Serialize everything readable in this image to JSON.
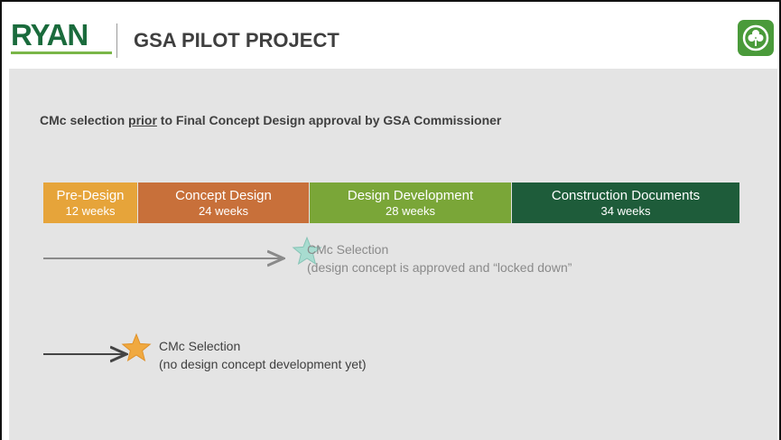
{
  "header": {
    "logo_text": "RYAN",
    "title": "GSA PILOT PROJECT",
    "badge_icon": "clover-icon"
  },
  "slide": {
    "subtitle_before": "CMc selection ",
    "subtitle_emphasis": "prior",
    "subtitle_after": " to Final Concept Design approval by GSA Commissioner",
    "phases": [
      {
        "name": "Pre-Design",
        "duration": "12 weeks",
        "color": "#e6a43a"
      },
      {
        "name": "Concept Design",
        "duration": "24 weeks",
        "color": "#c8703a"
      },
      {
        "name": "Design Development",
        "duration": "28 weeks",
        "color": "#7aa638"
      },
      {
        "name": "Construction Documents",
        "duration": "34 weeks",
        "color": "#1e5c3a"
      }
    ],
    "milestones": [
      {
        "label": "CMc Selection",
        "note": "(design concept is approved and “locked down”",
        "star_color": "#a8dcd0",
        "arrow_color": "#8a8a8a"
      },
      {
        "label": "CMc Selection",
        "note": "(no design concept development yet)",
        "star_color": "#f0a940",
        "arrow_color": "#444444"
      }
    ]
  }
}
